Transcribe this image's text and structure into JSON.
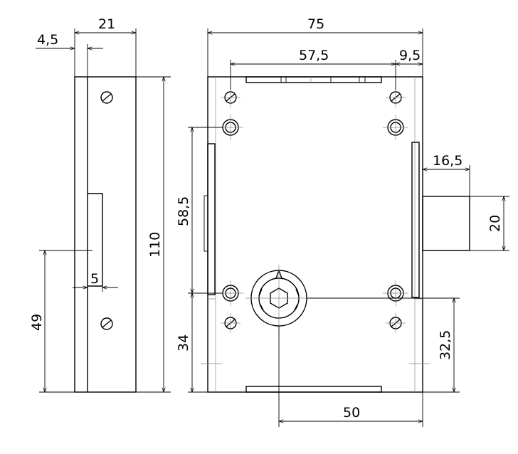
{
  "dimensions": {
    "side_thickness": "4,5",
    "side_width": "21",
    "side_height": "110",
    "side_lower": "49",
    "side_slot": "5",
    "front_width": "75",
    "hole_spacing": "57,5",
    "hole_offset": "9,5",
    "bolt_length": "16,5",
    "bolt_height": "20",
    "upper_span": "58,5",
    "lower_span": "34",
    "key_height": "32,5",
    "key_offset": "50"
  }
}
